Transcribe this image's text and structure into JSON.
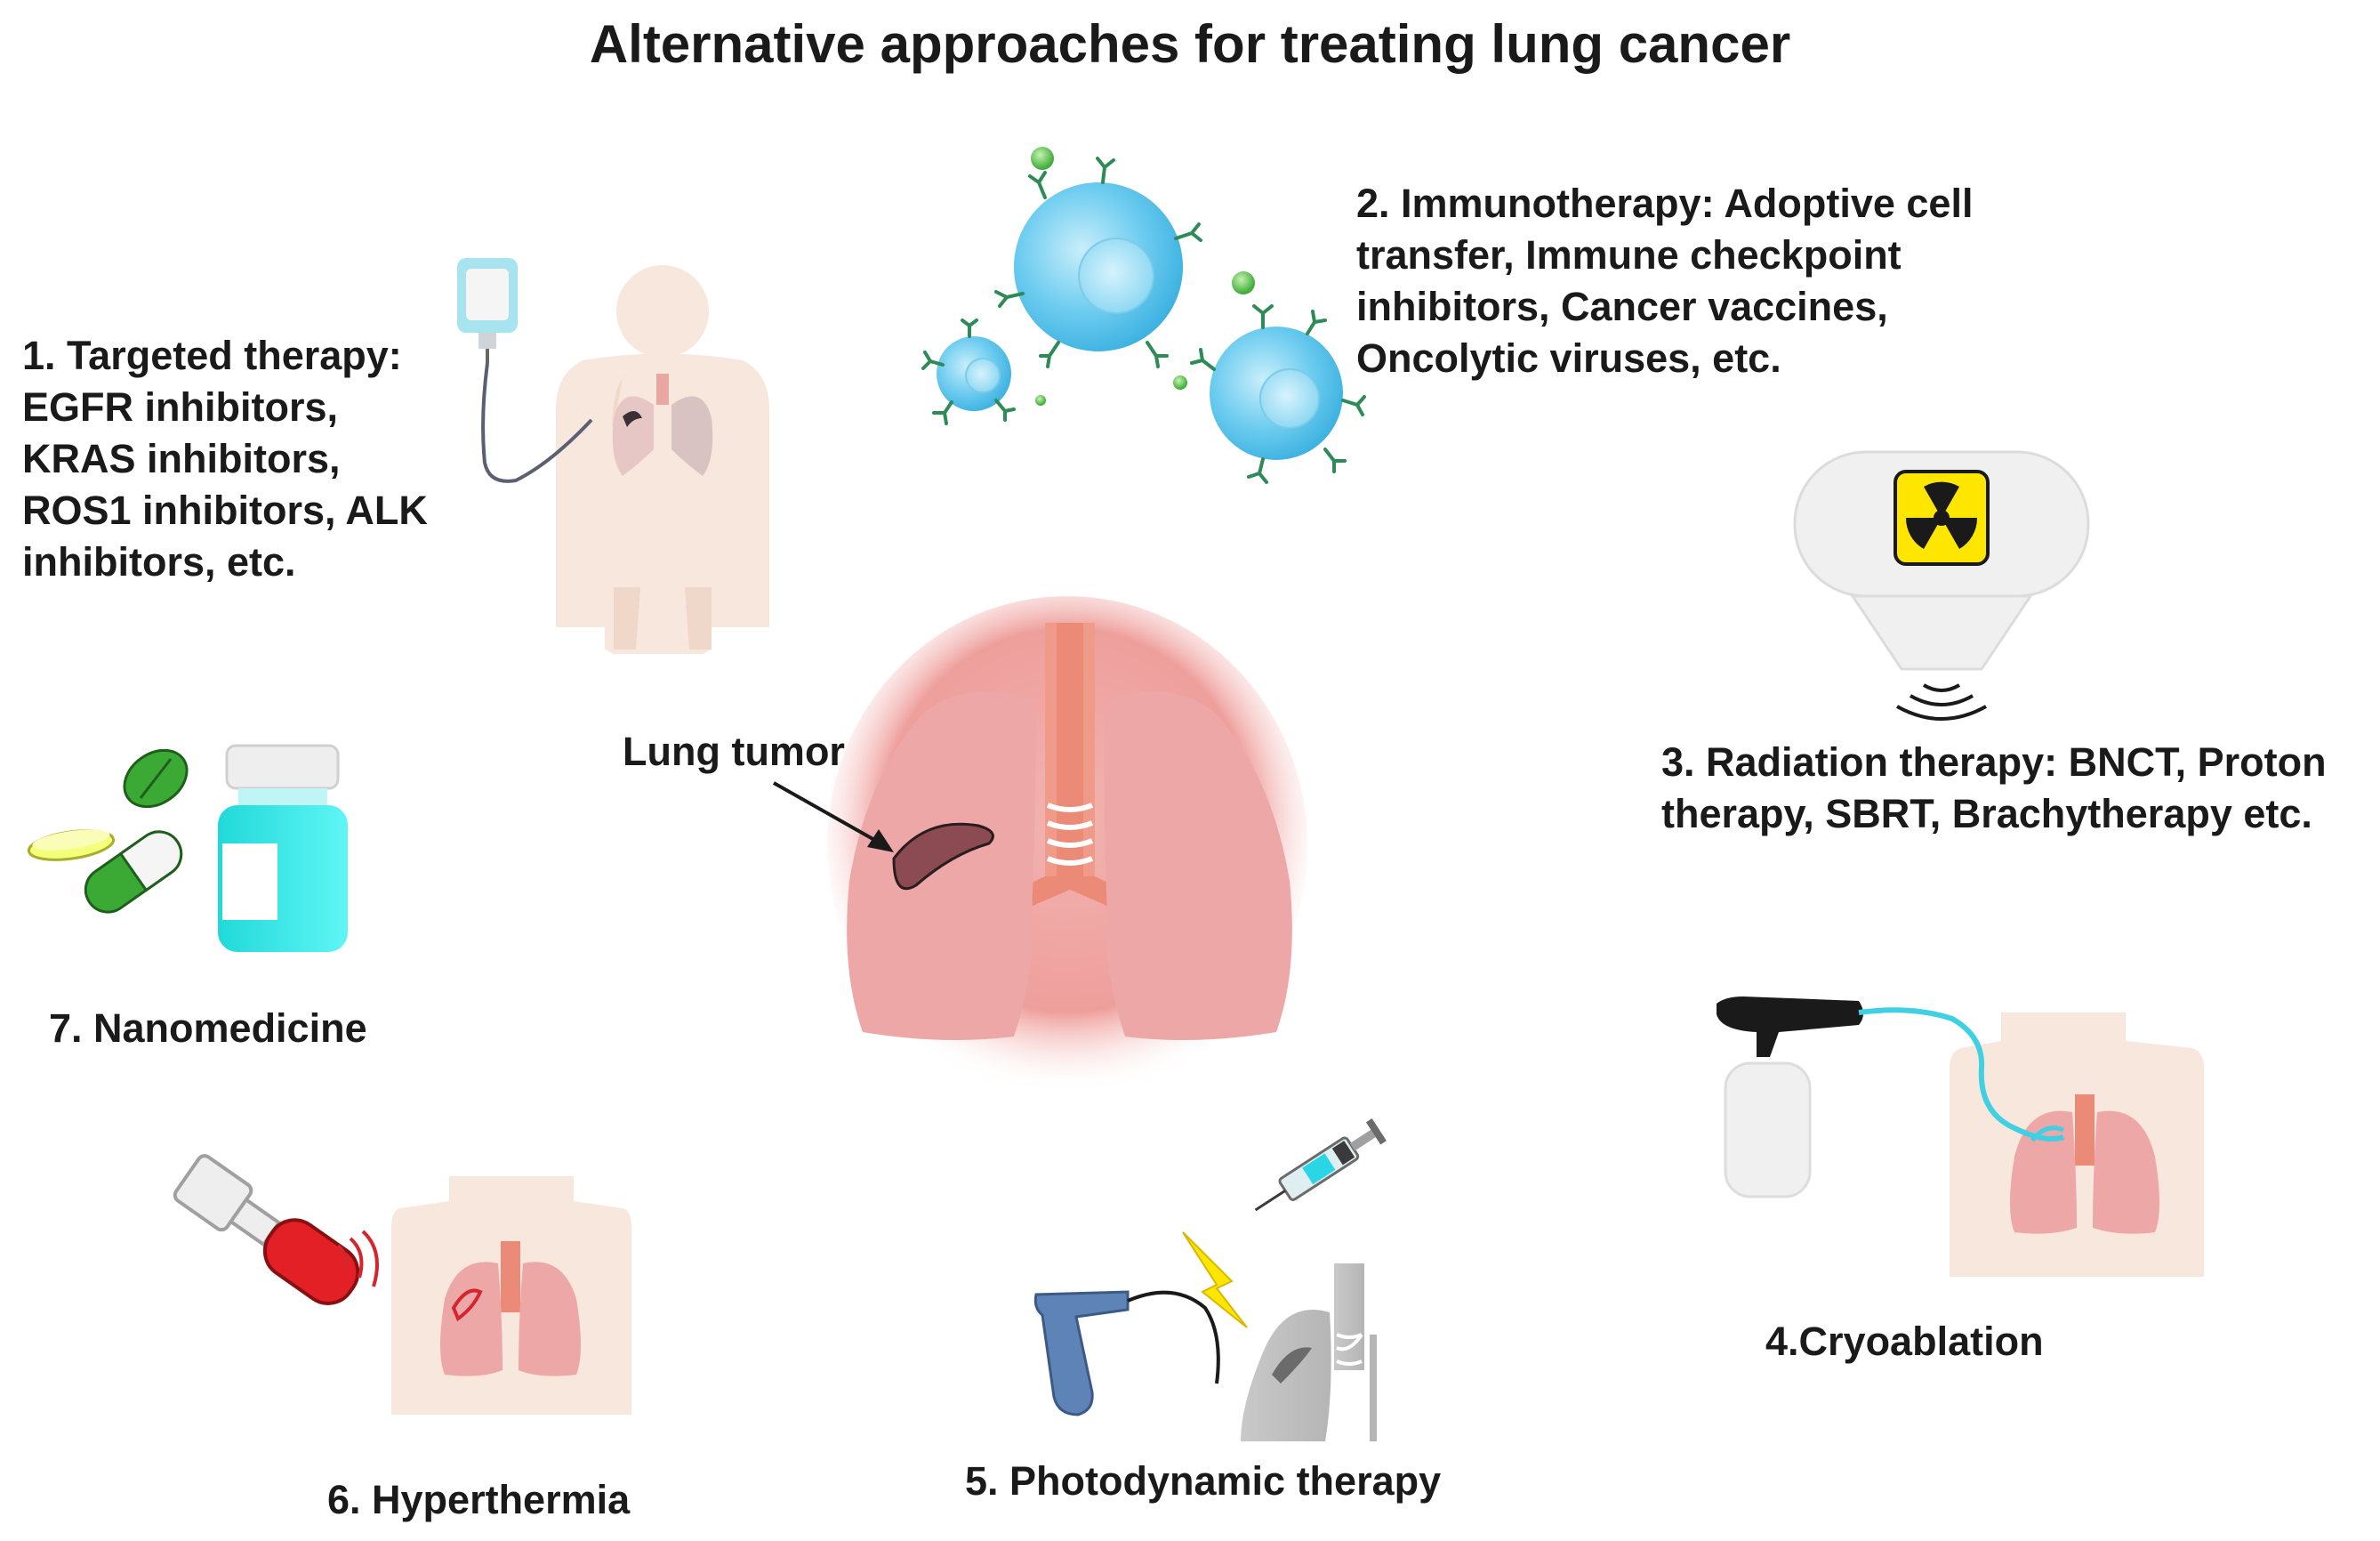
{
  "title": "Alternative approaches for treating lung cancer",
  "center": {
    "label": "Lung tumor"
  },
  "therapies": [
    {
      "id": "targeted",
      "lines": [
        "1. Targeted therapy:",
        "EGFR inhibitors,",
        "KRAS inhibitors,",
        "ROS1 inhibitors, ALK",
        "inhibitors, etc."
      ]
    },
    {
      "id": "immuno",
      "lines": [
        "2. Immunotherapy:  Adoptive cell",
        "transfer, Immune checkpoint",
        "inhibitors, Cancer vaccines,",
        "Oncolytic viruses, etc."
      ]
    },
    {
      "id": "radiation",
      "lines": [
        "3. Radiation therapy: BNCT, Proton",
        "therapy, SBRT, Brachytherapy etc."
      ]
    },
    {
      "id": "cryo",
      "lines": [
        "4.Cryoablation"
      ]
    },
    {
      "id": "pdt",
      "lines": [
        "5. Photodynamic therapy"
      ]
    },
    {
      "id": "hyper",
      "lines": [
        "6. Hyperthermia"
      ]
    },
    {
      "id": "nano",
      "lines": [
        "7. Nanomedicine"
      ]
    }
  ],
  "colors": {
    "lung": "#eea7a7",
    "lung_dark": "#e58e8e",
    "trachea": "#e8907f",
    "tumor": "#8c4a52",
    "body_skin": "#f7e7dc",
    "cell_blue": "#5ec3ea",
    "receptor_green": "#2e8b57",
    "pill_green": "#3aaa35",
    "bottle_cyan": "#2ee6e6",
    "hazard_yellow": "#ffe600"
  },
  "icons": [
    "iv-drip-icon",
    "immune-cell-icon",
    "radiation-emitter-icon",
    "radiation-hazard-icon",
    "cryoprobe-icon",
    "syringe-icon",
    "light-source-icon",
    "laser-bolt-icon",
    "heat-emitter-icon",
    "pill-icon",
    "capsule-icon",
    "medicine-bottle-icon"
  ]
}
